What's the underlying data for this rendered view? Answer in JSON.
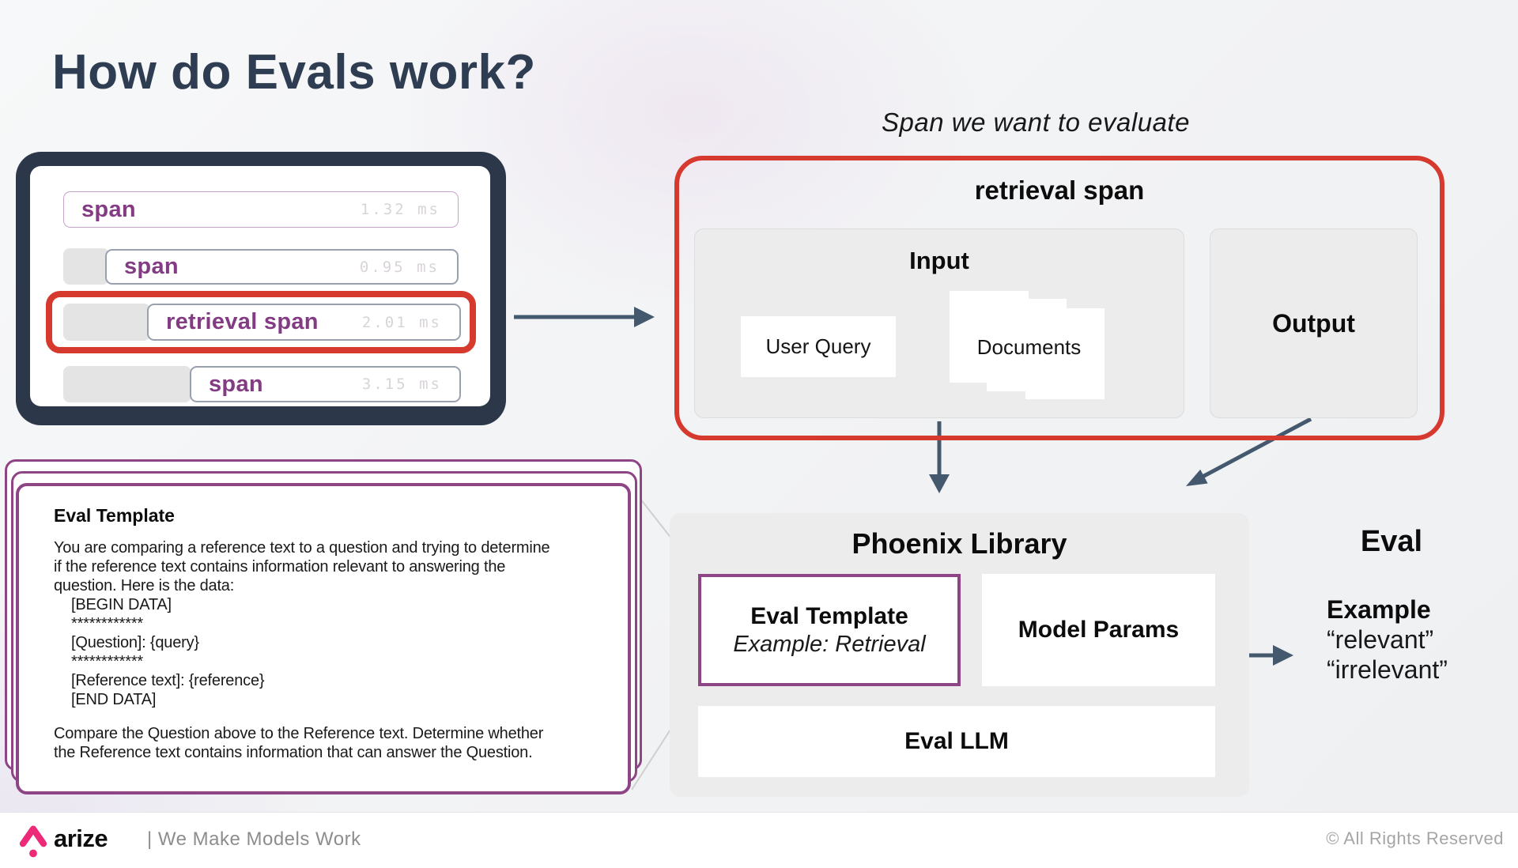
{
  "slide": {
    "title": "How do Evals work?"
  },
  "trace_viewer": {
    "spans": [
      {
        "label": "span",
        "duration": "1.32 ms"
      },
      {
        "label": "span",
        "duration": "0.95 ms"
      },
      {
        "label": "retrieval span",
        "duration": "2.01 ms"
      },
      {
        "label": "span",
        "duration": "3.15 ms"
      }
    ]
  },
  "span_annotation": "Span we want to evaluate",
  "retrieval_span": {
    "title": "retrieval span",
    "input": {
      "title": "Input",
      "user_query": "User Query",
      "documents": "Documents"
    },
    "output": {
      "title": "Output"
    }
  },
  "phoenix_library": {
    "title": "Phoenix Library",
    "eval_template": {
      "title": "Eval Template",
      "subtitle": "Example: Retrieval"
    },
    "model_params": "Model Params",
    "eval_llm": "Eval LLM"
  },
  "eval_output": {
    "title": "Eval",
    "example_label": "Example",
    "values": [
      "“relevant”",
      "“irrelevant”"
    ]
  },
  "prompt_card": {
    "title": "Eval Template",
    "lines": [
      {
        "text": "You are comparing a reference text to a question and trying to determine"
      },
      {
        "text": "if the reference text contains information relevant to answering the"
      },
      {
        "text": "question. Here is the data:"
      },
      {
        "text": "[BEGIN DATA]"
      },
      {
        "text": "************"
      },
      {
        "text": "[Question]: {query}"
      },
      {
        "text": "************"
      },
      {
        "text": "[Reference text]: {reference}"
      },
      {
        "text": "[END DATA]"
      },
      {
        "text": "Compare the Question above to the Reference text. Determine whether"
      },
      {
        "text": "the Reference text contains information that can answer the Question."
      }
    ]
  },
  "footer": {
    "brand": "arize",
    "tagline": "| We Make Models Work",
    "copyright": "© All Rights Reserved"
  },
  "colors": {
    "accent_red": "#D6392E",
    "purple_border": "#8E4585",
    "span_purple": "#833B83",
    "arrow_slate": "#44586E",
    "brand_pink": "#EC2A78",
    "title_navy": "#2E3D52",
    "panel_gray": "#ECECEC"
  }
}
